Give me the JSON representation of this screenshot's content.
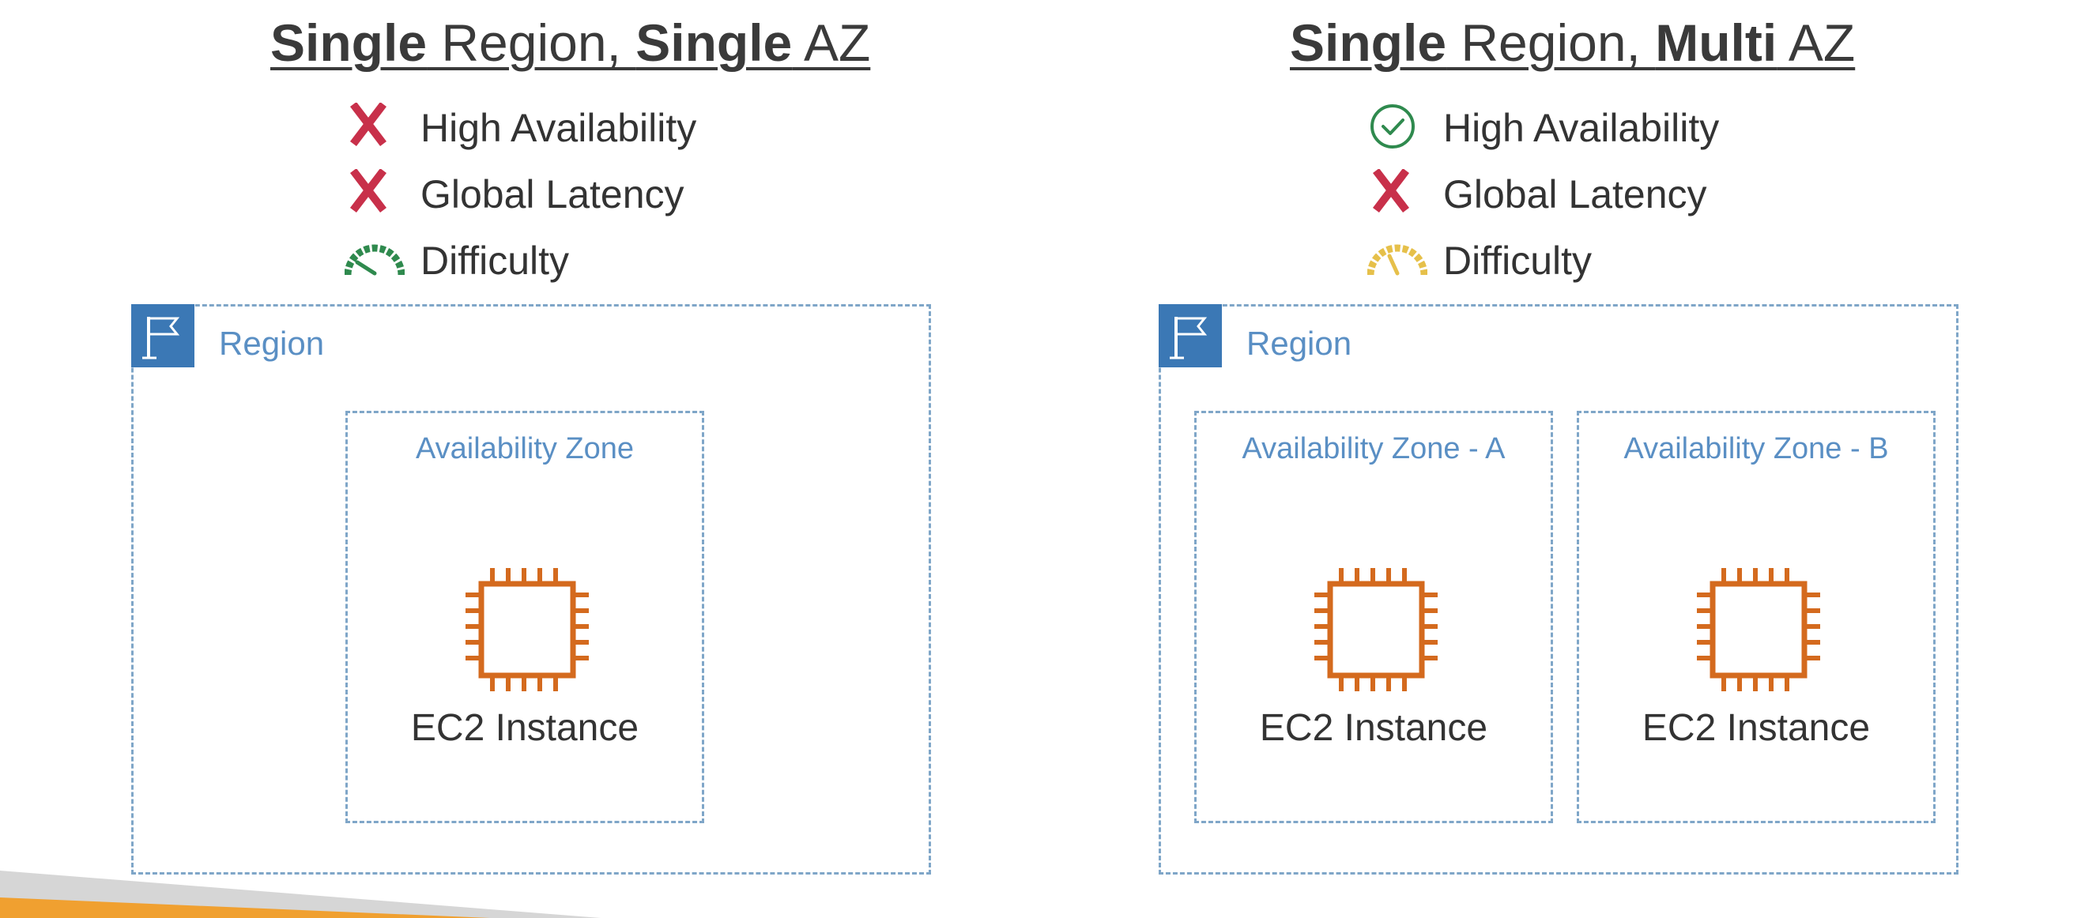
{
  "colors": {
    "region_border": "#7fa6c8",
    "region_text": "#5a8fc4",
    "flag_bg": "#3b78b5",
    "cross": "#c8304a",
    "check": "#2f8a4e",
    "gauge_easy": "#2f8a4e",
    "gauge_medium": "#e6c04a",
    "ec2_orange": "#d46a1e"
  },
  "left": {
    "title": {
      "bold1": "Single",
      "text1": " Region, ",
      "bold2": "Single",
      "text2": " AZ"
    },
    "criteria": [
      {
        "icon": "cross-icon",
        "label": "High Availability"
      },
      {
        "icon": "cross-icon",
        "label": "Global Latency"
      },
      {
        "icon": "gauge-easy-icon",
        "label": "Difficulty"
      }
    ],
    "region": {
      "label": "Region",
      "zones": [
        {
          "label": "Availability Zone",
          "instance": "EC2 Instance"
        }
      ]
    }
  },
  "right": {
    "title": {
      "bold1": "Single",
      "text1": " Region, ",
      "bold2": "Multi",
      "text2": " AZ"
    },
    "criteria": [
      {
        "icon": "check-icon",
        "label": "High Availability"
      },
      {
        "icon": "cross-icon",
        "label": "Global Latency"
      },
      {
        "icon": "gauge-medium-icon",
        "label": "Difficulty"
      }
    ],
    "region": {
      "label": "Region",
      "zones": [
        {
          "label": "Availability Zone - A",
          "instance": "EC2 Instance"
        },
        {
          "label": "Availability Zone - B",
          "instance": "EC2 Instance"
        }
      ]
    }
  }
}
